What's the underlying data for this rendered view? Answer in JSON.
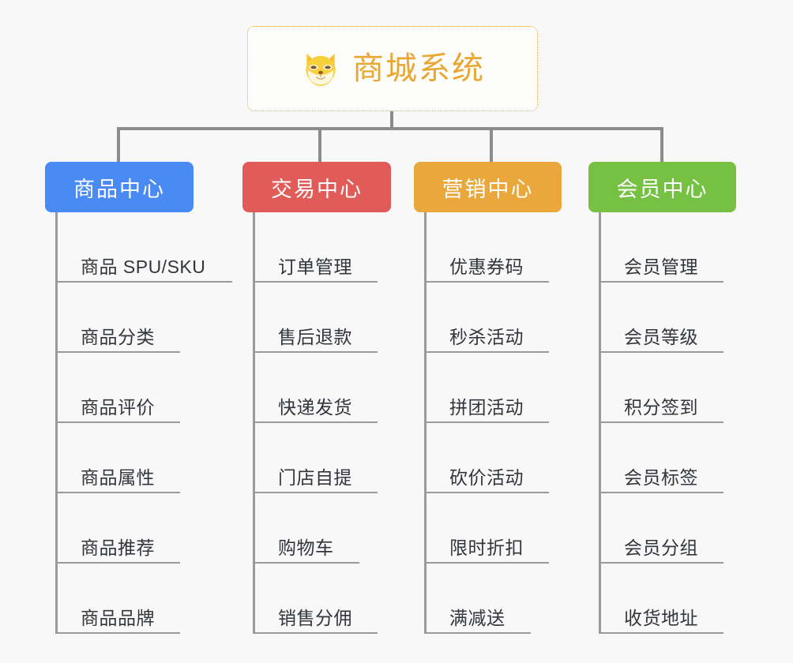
{
  "diagram": {
    "title": "商城系统",
    "background_color": "#f8f8f8",
    "root": {
      "label": "商城系统",
      "icon": "shiba-inu-icon",
      "text_color": "#e8a733",
      "border_color": "#e9a93a",
      "background_color": "#fdfdfc"
    },
    "connector_color": "#8c8c8c",
    "leaf_text_color": "#32363b",
    "leaf_line_color": "#9a9a9a",
    "categories": [
      {
        "label": "商品中心",
        "color": "#4a8af4",
        "items": [
          "商品 SPU/SKU",
          "商品分类",
          "商品评价",
          "商品属性",
          "商品推荐",
          "商品品牌"
        ]
      },
      {
        "label": "交易中心",
        "color": "#e15b58",
        "items": [
          "订单管理",
          "售后退款",
          "快递发货",
          "门店自提",
          "购物车",
          "销售分佣"
        ]
      },
      {
        "label": "营销中心",
        "color": "#eaa83c",
        "items": [
          "优惠券码",
          "秒杀活动",
          "拼团活动",
          "砍价活动",
          "限时折扣",
          "满减送"
        ]
      },
      {
        "label": "会员中心",
        "color": "#76c044",
        "items": [
          "会员管理",
          "会员等级",
          "积分签到",
          "会员标签",
          "会员分组",
          "收货地址"
        ]
      }
    ]
  }
}
